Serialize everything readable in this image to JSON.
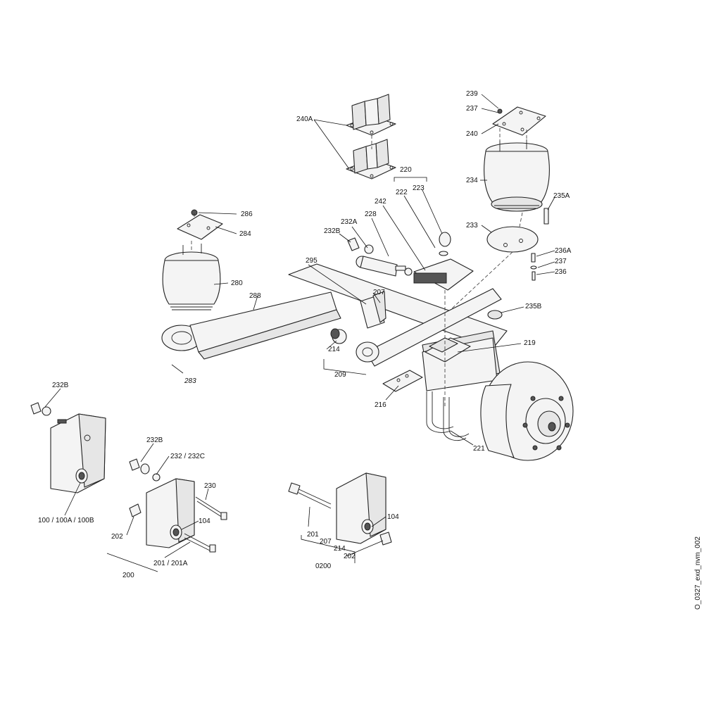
{
  "labels": {
    "l240A": "240A",
    "l220": "220",
    "l222": "222",
    "l223": "223",
    "l242": "242",
    "l228": "228",
    "l232A": "232A",
    "l232B_top": "232B",
    "l286": "286",
    "l284": "284",
    "l280": "280",
    "l288": "288",
    "l295": "295",
    "l207_top": "207",
    "l214_top": "214",
    "l209": "209",
    "l283": "283",
    "l216": "216",
    "l219": "219",
    "l221": "221",
    "l239": "239",
    "l237_top": "237",
    "l240": "240",
    "l234": "234",
    "l235A": "235A",
    "l233": "233",
    "l236A": "236A",
    "l237_mid": "237",
    "l236": "236",
    "l235B": "235B",
    "l232B_left": "232B",
    "l100": "100 / 100A / 100B",
    "l232B_mid": "232B",
    "l232_232C": "232 / 232C",
    "l230": "230",
    "l104_mid": "104",
    "l202_mid": "202",
    "l201_201A": "201 / 201A",
    "l200": "200",
    "l201_right": "201",
    "l207_right": "207",
    "l214_right": "214",
    "l202_right": "202",
    "l104_right": "104",
    "l0200": "0200"
  },
  "drawing_ref": "O_0327_exd_nvm_002"
}
